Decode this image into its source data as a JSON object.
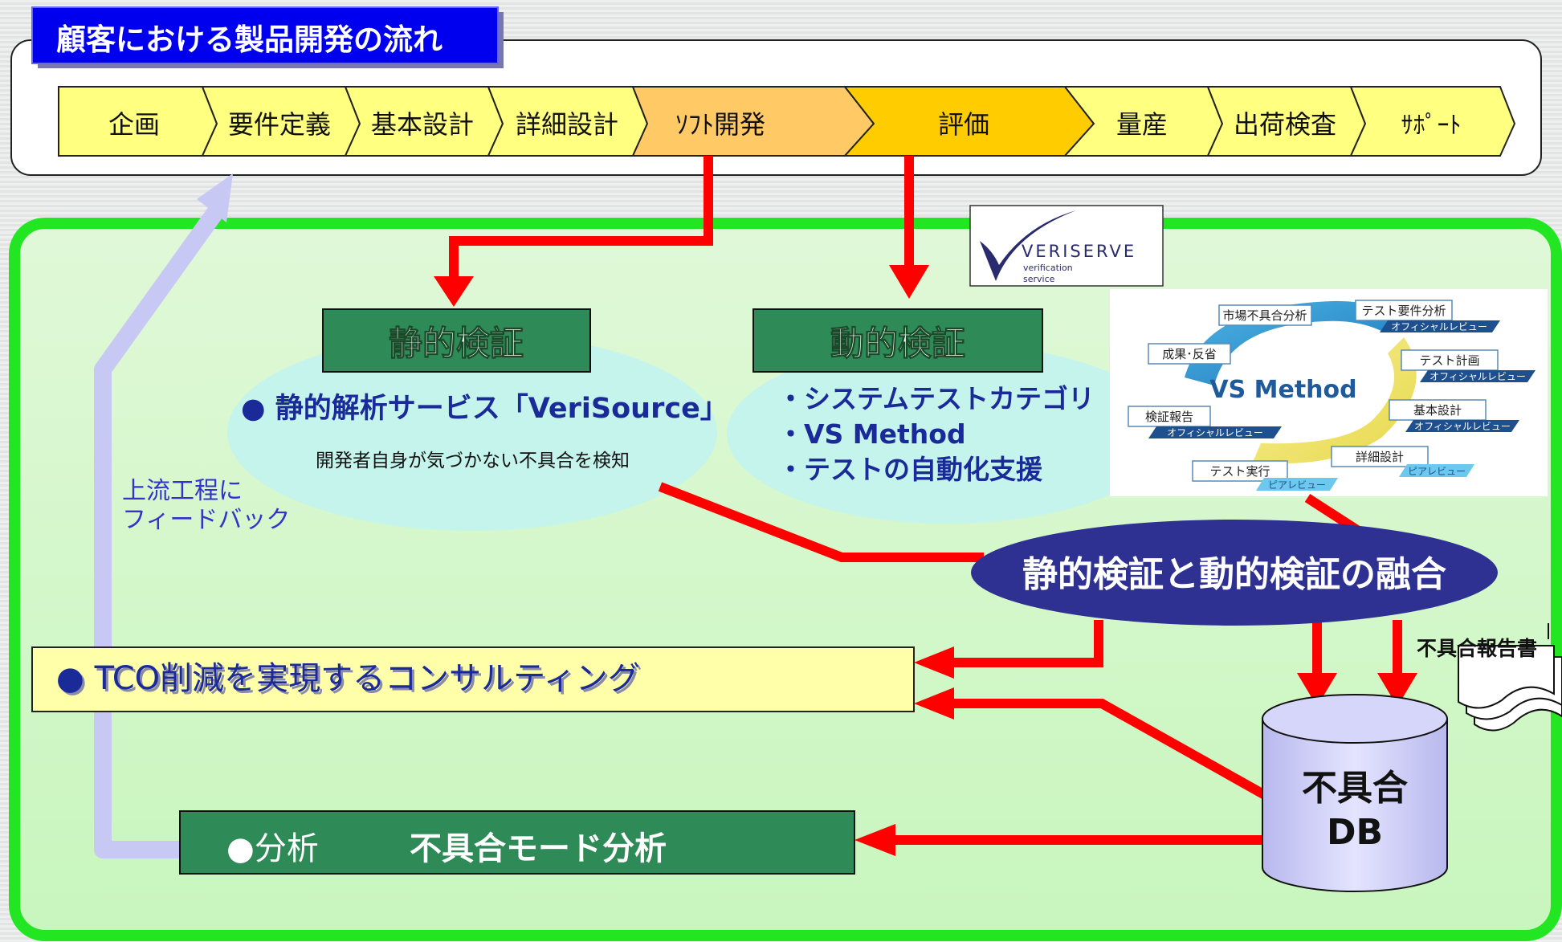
{
  "title": "顧客における製品開発の流れ",
  "process_steps": [
    "企画",
    "要件定義",
    "基本設計",
    "詳細設計",
    "ｿﾌﾄ開発",
    "評価",
    "量産",
    "出荷検査",
    "ｻﾎﾟｰﾄ"
  ],
  "logo": {
    "name": "VERISERVE",
    "tagline_1": "verification",
    "tagline_2": "service"
  },
  "static_verification": {
    "header": "静的検証",
    "bullet": "● 静的解析サービス「VeriSource」",
    "description": "開発者自身が気づかない不具合を検知"
  },
  "dynamic_verification": {
    "header": "動的検証",
    "items": [
      "・システムテストカテゴリ",
      "・VS Method",
      "・テストの自動化支援"
    ]
  },
  "vs_method": {
    "center": "VS Method",
    "nodes": [
      {
        "label": "市場不具合分析",
        "tag": ""
      },
      {
        "label": "テスト要件分析",
        "tag": "オフィシャルレビュー"
      },
      {
        "label": "テスト計画",
        "tag": "オフィシャルレビュー"
      },
      {
        "label": "基本設計",
        "tag": "オフィシャルレビュー"
      },
      {
        "label": "詳細設計",
        "tag": "ピアレビュー"
      },
      {
        "label": "テスト実行",
        "tag": "ピアレビュー"
      },
      {
        "label": "検証報告",
        "tag": "オフィシャルレビュー"
      },
      {
        "label": "成果･反省",
        "tag": ""
      }
    ]
  },
  "feedback_label": [
    "上流工程に",
    "フィードバック"
  ],
  "fusion": "静的検証と動的検証の融合",
  "report": "不具合報告書",
  "tco": "● TCO削減を実現するコンサルティング",
  "analysis": {
    "prefix": "●分析",
    "main": "不具合モード分析"
  },
  "db": [
    "不具合",
    "DB"
  ],
  "colors": {
    "process_yellow": "#ffff80",
    "process_orange": "#ffc966",
    "process_gold": "#ffcc00",
    "green_border": "#22e622",
    "green_box": "#2e8b57",
    "arrow_red": "#ff0000",
    "fusion_navy": "#2e3192",
    "feedback_lavender": "#c8c8f5"
  }
}
